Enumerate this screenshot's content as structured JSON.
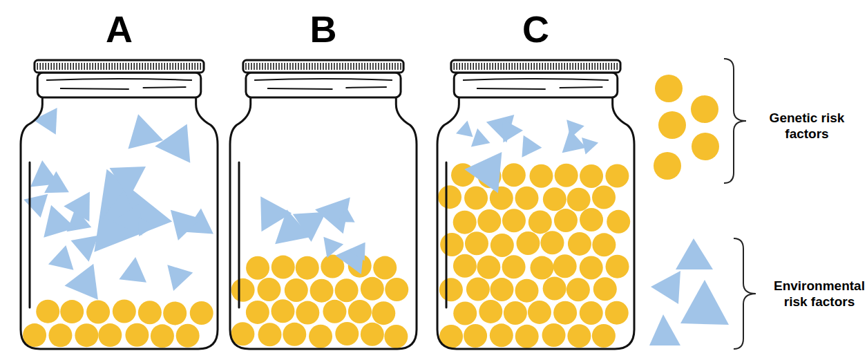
{
  "diagram": {
    "nodes": [
      {
        "text": [
          "A"
        ]
      },
      {
        "text": [
          "B"
        ]
      },
      {
        "text": [
          "C"
        ]
      }
    ],
    "legend": [
      {
        "text": "Genetic risk factors"
      },
      {
        "text": "Environmental risk factors"
      }
    ]
  }
}
